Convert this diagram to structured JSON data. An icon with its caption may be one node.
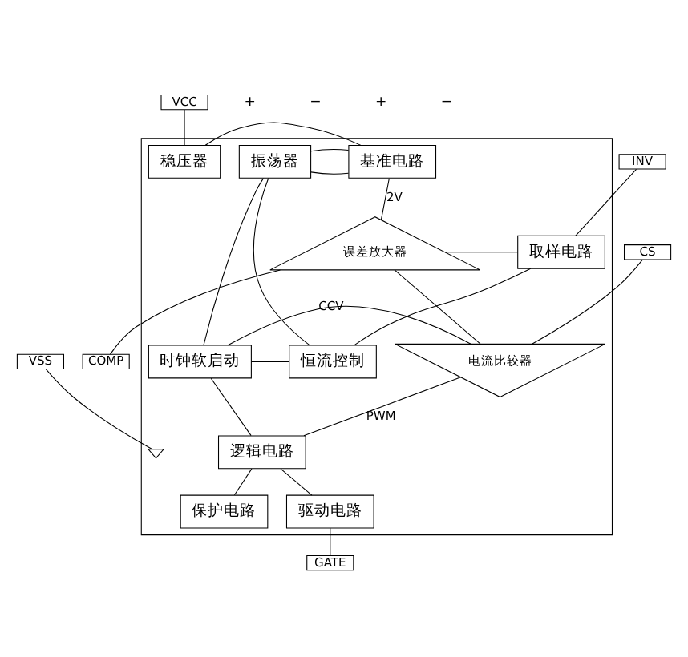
{
  "diagram": {
    "nodes": [
      {
        "text": [],
        "shape": "box"
      },
      {
        "text": [
          "VCC"
        ]
      },
      {
        "text": [
          "INV"
        ]
      },
      {
        "text": [
          "VSS"
        ]
      },
      {
        "text": [
          "COMP"
        ]
      },
      {
        "text": [
          "CS"
        ]
      },
      {
        "text": [
          "GATE"
        ]
      },
      {
        "text": [
          "稳压器"
        ],
        "in": 0
      },
      {
        "text": [
          "基准电路"
        ],
        "in": 0
      },
      {
        "text": [
          "振荡器"
        ],
        "in": 0
      },
      {
        "text": [
          "误差放大器"
        ],
        "in": 0
      },
      {
        "text": [
          "取样电路"
        ],
        "in": 0
      },
      {
        "text": [
          "恒流控制"
        ],
        "in": 0
      },
      {
        "text": [
          "时钟软启动"
        ],
        "in": 0
      },
      {
        "text": [
          "电流比较器"
        ],
        "in": 0
      },
      {
        "text": [
          "逻辑电路"
        ],
        "in": 0
      },
      {
        "text": [
          "保护电路"
        ],
        "in": 0
      },
      {
        "text": [
          "驱动电路"
        ],
        "in": 0
      },
      {
        "text": [],
        "shape": "ground",
        "in": 0
      }
    ],
    "edges": [
      {
        "from": 1,
        "to": 7,
        "arrow": "none"
      },
      {
        "from": 7,
        "to": 8,
        "arrow": "none"
      },
      {
        "from": 8,
        "to": 9,
        "arrow": "none"
      },
      {
        "from": 8,
        "to": 9,
        "arrow": "none"
      },
      {
        "from": 9,
        "to": 12,
        "arrow": "none"
      },
      {
        "from": 9,
        "to": 13,
        "arrow": "none"
      },
      {
        "from": 8,
        "to": 10,
        "arrow": "none",
        "label": "2V"
      },
      {
        "from": 2,
        "to": 11,
        "arrow": "none"
      },
      {
        "from": 11,
        "to": 10,
        "arrow": "none"
      },
      {
        "from": 11,
        "to": 12,
        "arrow": "none"
      },
      {
        "from": 12,
        "to": 13,
        "arrow": "none"
      },
      {
        "from": 10,
        "to": 4,
        "arrow": "none"
      },
      {
        "from": 10,
        "to": 14,
        "arrow": "none"
      },
      {
        "from": 13,
        "to": 14,
        "arrow": "none",
        "label": "CCV"
      },
      {
        "from": 5,
        "to": 14,
        "arrow": "none"
      },
      {
        "from": 14,
        "to": 15,
        "arrow": "none",
        "label": "PWM"
      },
      {
        "from": 13,
        "to": 15,
        "arrow": "none"
      },
      {
        "from": 15,
        "to": 16,
        "arrow": "none"
      },
      {
        "from": 15,
        "to": 17,
        "arrow": "none"
      },
      {
        "from": 17,
        "to": 6,
        "arrow": "none"
      },
      {
        "from": 3,
        "to": 18,
        "arrow": "none"
      }
    ],
    "labels": [
      "+",
      "−",
      "+",
      "−"
    ]
  }
}
